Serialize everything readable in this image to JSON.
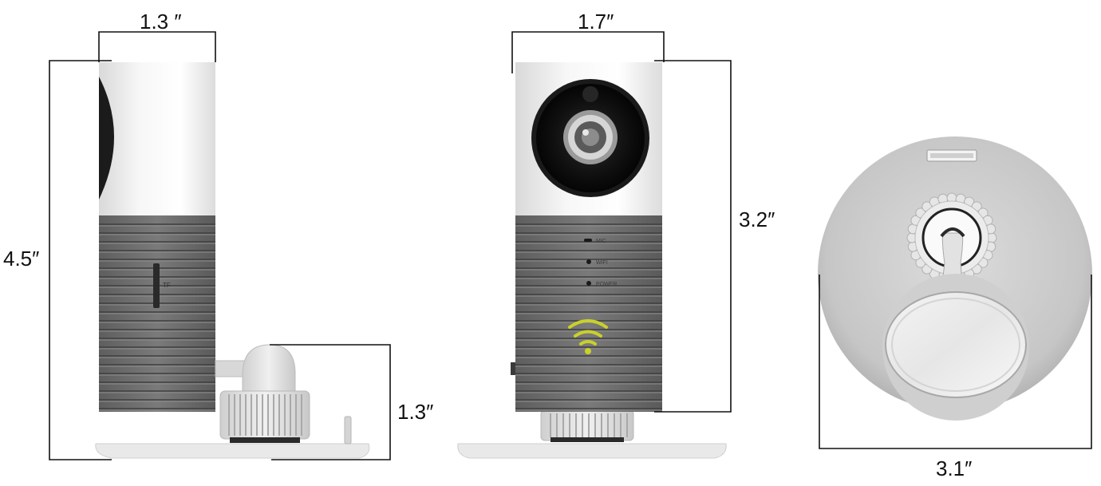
{
  "dimensions": {
    "side_width": "1.3 ″",
    "total_height": "4.5″",
    "mount_height": "1.3″",
    "front_width": "1.7″",
    "body_height": "3.2″",
    "base_diameter": "3.1″"
  },
  "camera_labels": {
    "tf_slot": "TF",
    "mic": "MIC",
    "wifi": "WIFI",
    "power": "POWER"
  },
  "colors": {
    "shell_white": "#f2f2f2",
    "band_gray": "#727272",
    "lens_black": "#141414",
    "wifi_indicator": "#c9d12a",
    "base_gray": "#c8c8c8",
    "dimension_line": "#111111"
  }
}
